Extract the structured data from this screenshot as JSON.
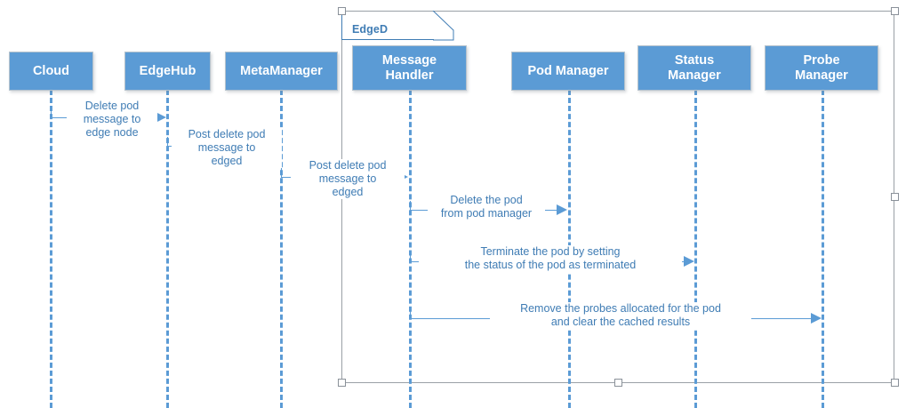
{
  "diagram": {
    "type": "uml-sequence-diagram",
    "title": "EdgeD pod deletion sequence",
    "colors": {
      "actor_fill": "#5B9BD5",
      "actor_text": "#FFFFFF",
      "lifeline": "#5B9BD5",
      "message_line": "#5B9BD5",
      "message_text": "#3F7CB4",
      "frame_border": "#9AA0A6",
      "frame_tab_border": "#3F7CB4",
      "background": "#FFFFFF"
    }
  },
  "frame": {
    "label": "EdgeD",
    "selected": true,
    "handles": 8
  },
  "actors": [
    {
      "id": "cloud",
      "label": "Cloud",
      "lines": [
        "Cloud"
      ]
    },
    {
      "id": "edgehub",
      "label": "EdgeHub",
      "lines": [
        "EdgeHub"
      ]
    },
    {
      "id": "metamanager",
      "label": "MetaManager",
      "lines": [
        "MetaManager"
      ]
    },
    {
      "id": "message-handler",
      "label": "Message Handler",
      "lines": [
        "Message",
        "Handler"
      ]
    },
    {
      "id": "pod-manager",
      "label": "Pod Manager",
      "lines": [
        "Pod Manager"
      ]
    },
    {
      "id": "status-manager",
      "label": "Status Manager",
      "lines": [
        "Status",
        "Manager"
      ]
    },
    {
      "id": "probe-manager",
      "label": "Probe Manager",
      "lines": [
        "Probe",
        "Manager"
      ]
    }
  ],
  "messages": [
    {
      "index": 1,
      "from": "cloud",
      "to": "edgehub",
      "text": "Delete pod\nmessage to\nedge node"
    },
    {
      "index": 2,
      "from": "edgehub",
      "to": "metamanager",
      "text": "Post delete pod\nmessage to\nedged"
    },
    {
      "index": 3,
      "from": "metamanager",
      "to": "message-handler",
      "text": "Post delete pod\nmessage to\nedged"
    },
    {
      "index": 4,
      "from": "message-handler",
      "to": "pod-manager",
      "text": "Delete the pod\nfrom pod manager"
    },
    {
      "index": 5,
      "from": "message-handler",
      "to": "status-manager",
      "text": "Terminate the pod by setting\nthe status of the pod as terminated"
    },
    {
      "index": 6,
      "from": "message-handler",
      "to": "probe-manager",
      "text": "Remove the probes allocated for the pod\nand clear the cached results"
    }
  ]
}
